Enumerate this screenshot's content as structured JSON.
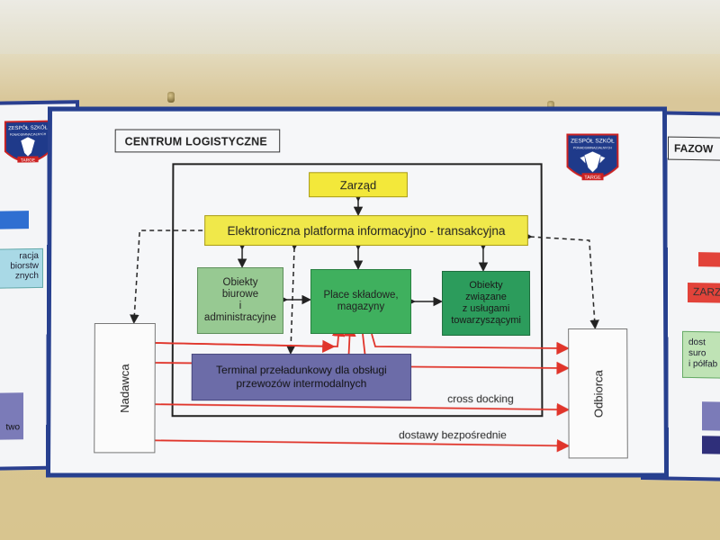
{
  "board": {
    "title": "CENTRUM LOGISTYCZNE",
    "boxes": {
      "zarzad": "Zarząd",
      "platform": "Elektroniczna platforma informacyjno - transakcyjna",
      "biurowe": [
        "Obiekty",
        "biurowe",
        "i",
        "administracyjne"
      ],
      "place": [
        "Place składowe,",
        "magazyny"
      ],
      "obiekty_uslugi": [
        "Obiekty",
        "związane",
        "z usługami",
        "towarzyszącymi"
      ],
      "terminal": [
        "Terminal przeładunkowy dla obsługi",
        "przewozów intermodalnych"
      ],
      "nadawca": "Nadawca",
      "odbiorca": "Odbiorca"
    },
    "labels": {
      "cross_docking": "cross docking",
      "dostawy": "dostawy bezpośrednie"
    },
    "logo_text": [
      "ZESPÓŁ SZKÓŁ",
      "PONADGIMNAZJALNYCH",
      "TARGE"
    ]
  },
  "left_board": {
    "fragments": [
      "racja",
      "biorstw",
      "znych",
      "two"
    ]
  },
  "right_board": {
    "title": "FAZOW",
    "red_label": "ZARZ",
    "green_text": [
      "dost",
      "suro",
      "i półfab"
    ]
  },
  "colors": {
    "board_border": "#27408f",
    "arrow_red": "#e0352b",
    "arrow_dark": "#222222"
  }
}
